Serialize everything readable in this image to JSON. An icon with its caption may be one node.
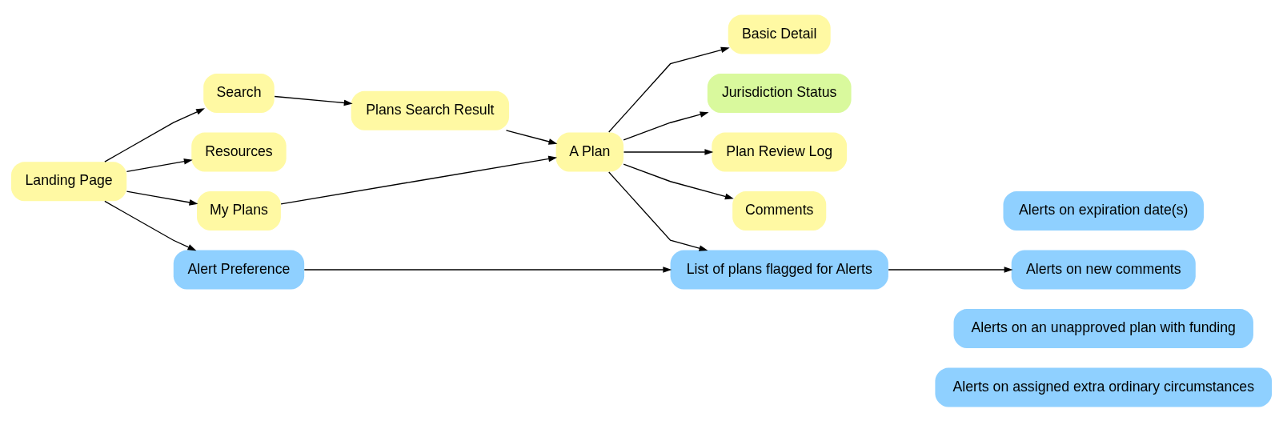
{
  "diagram": {
    "nodes": [
      {
        "text": [
          "Landing Page"
        ]
      },
      {
        "text": [
          "Search"
        ]
      },
      {
        "text": [
          "Resources"
        ]
      },
      {
        "text": [
          "My Plans"
        ]
      },
      {
        "text": [
          "Alert Preference"
        ]
      },
      {
        "text": [
          "Plans Search Result"
        ]
      },
      {
        "text": [
          "A Plan"
        ]
      },
      {
        "text": [
          "Basic Detail"
        ]
      },
      {
        "text": [
          "Jurisdiction Status"
        ]
      },
      {
        "text": [
          "Plan Review Log"
        ]
      },
      {
        "text": [
          "Comments"
        ]
      },
      {
        "text": [
          "List of plans flagged for Alerts"
        ]
      },
      {
        "text": [
          "Alerts on expiration date(s)"
        ]
      },
      {
        "text": [
          "Alerts on new comments"
        ]
      },
      {
        "text": [
          "Alerts on an unapproved plan with funding"
        ]
      },
      {
        "text": [
          "Alerts on assigned extra ordinary circumstances"
        ]
      }
    ],
    "edges": [
      {
        "from": 0,
        "to": 1,
        "arrow": "to"
      },
      {
        "from": 0,
        "to": 2,
        "arrow": "to"
      },
      {
        "from": 0,
        "to": 3,
        "arrow": "to"
      },
      {
        "from": 0,
        "to": 4,
        "arrow": "to"
      },
      {
        "from": 1,
        "to": 5,
        "arrow": "to"
      },
      {
        "from": 5,
        "to": 6,
        "arrow": "to"
      },
      {
        "from": 3,
        "to": 6,
        "arrow": "to"
      },
      {
        "from": 6,
        "to": 7,
        "arrow": "to"
      },
      {
        "from": 6,
        "to": 8,
        "arrow": "to"
      },
      {
        "from": 6,
        "to": 9,
        "arrow": "to"
      },
      {
        "from": 6,
        "to": 10,
        "arrow": "to"
      },
      {
        "from": 6,
        "to": 11,
        "arrow": "to"
      },
      {
        "from": 4,
        "to": 11,
        "arrow": "to"
      },
      {
        "from": 11,
        "to": 13,
        "arrow": "to"
      }
    ]
  }
}
